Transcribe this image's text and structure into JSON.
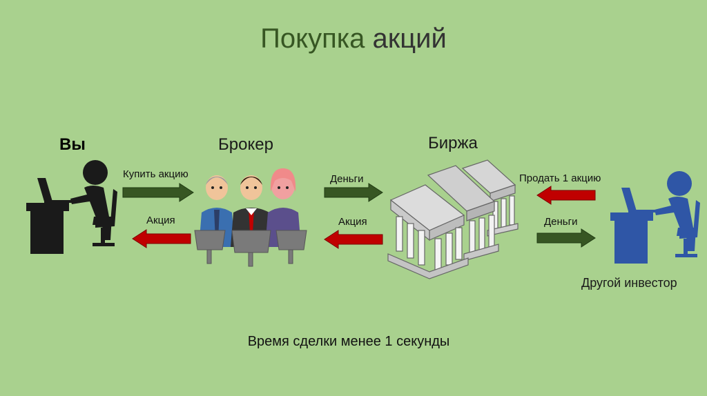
{
  "title": {
    "part1": "Покупка",
    "part2": "акций"
  },
  "nodes": {
    "you": "Вы",
    "broker": "Брокер",
    "exchange": "Биржа",
    "other_investor": "Другой инвестор"
  },
  "arrows": {
    "buy_share": "Купить акцию",
    "share_to_you": "Акция",
    "money_to_exchange": "Деньги",
    "share_to_broker": "Акция",
    "sell_one_share": "Продать 1 акцию",
    "money_to_investor": "Деньги"
  },
  "footer": "Время сделки менее 1 секунды",
  "colors": {
    "background": "#a9d18e",
    "arrow_green": "#375623",
    "arrow_red": "#c00000",
    "investor_blue": "#2f56a6",
    "you_black": "#1a1a1a"
  }
}
